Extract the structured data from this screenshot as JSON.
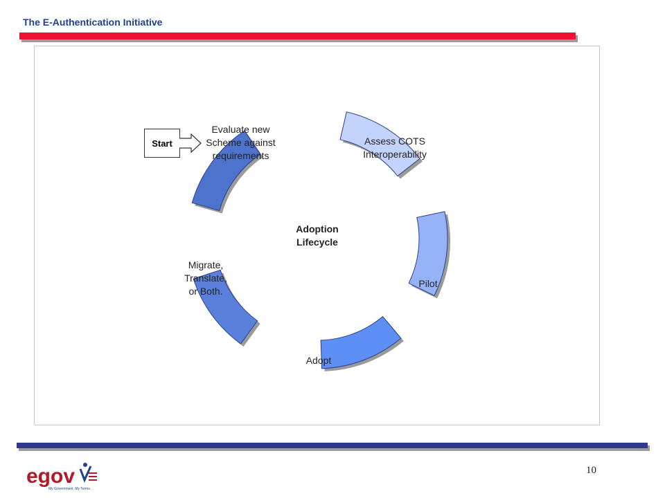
{
  "header": {
    "title": "The E-Authentication Initiative"
  },
  "diagram": {
    "center_label": [
      "Adoption",
      "Lifecycle"
    ],
    "start_label": "Start",
    "stages": [
      {
        "id": "evaluate",
        "label": [
          "Evaluate new",
          "Scheme against",
          "requirements"
        ],
        "color": "#4d73cc"
      },
      {
        "id": "assess",
        "label": [
          "Assess COTS",
          "Interoperability"
        ],
        "color": "#c3d3fb"
      },
      {
        "id": "pilot",
        "label": [
          "Pilot"
        ],
        "color": "#96b3f8"
      },
      {
        "id": "adopt",
        "label": [
          "Adopt"
        ],
        "color": "#5d8ff5"
      },
      {
        "id": "migrate",
        "label": [
          "Migrate,",
          "Translate,",
          "or Both."
        ],
        "color": "#5a80db"
      }
    ]
  },
  "footer": {
    "page_number": "10",
    "logo": {
      "text": "egov",
      "tagline": "My Government. My Terms."
    }
  },
  "colors": {
    "red_bar": "#ee1133",
    "blue_bar": "#2f3a8f",
    "title": "#1f3f8f"
  }
}
